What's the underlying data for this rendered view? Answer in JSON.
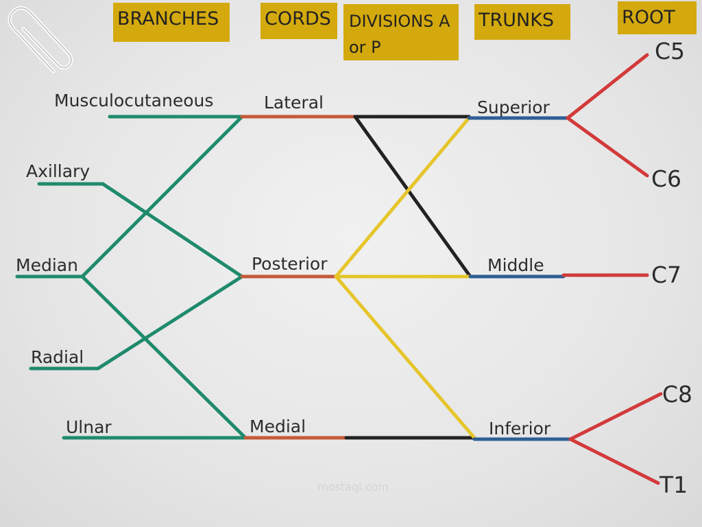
{
  "headers": {
    "branches": "BRANCHES",
    "cords": "CORDS",
    "divisions": "DIVISIONS A or P",
    "trunks": "TRUNKS",
    "root": "ROOT"
  },
  "branches": {
    "musculocutaneous": "Musculocutaneous",
    "axillary": "Axillary",
    "median": "Median",
    "radial": "Radial",
    "ulnar": "Ulnar"
  },
  "cords": {
    "lateral": "Lateral",
    "posterior": "Posterior",
    "medial": "Medial"
  },
  "trunks": {
    "superior": "Superior",
    "middle": "Middle",
    "inferior": "Inferior"
  },
  "roots": {
    "c5": "C5",
    "c6": "C6",
    "c7": "C7",
    "c8": "C8",
    "t1": "T1"
  },
  "watermark": "mostaql.com",
  "colors": {
    "branch_line": "#1f8a6c",
    "cord_line": "#c65a3a",
    "anterior_division": "#222222",
    "posterior_division": "#e5c52a",
    "trunk_line": "#2d5f95",
    "root_line": "#d23a3a",
    "header_bg": "#d4a90d"
  }
}
